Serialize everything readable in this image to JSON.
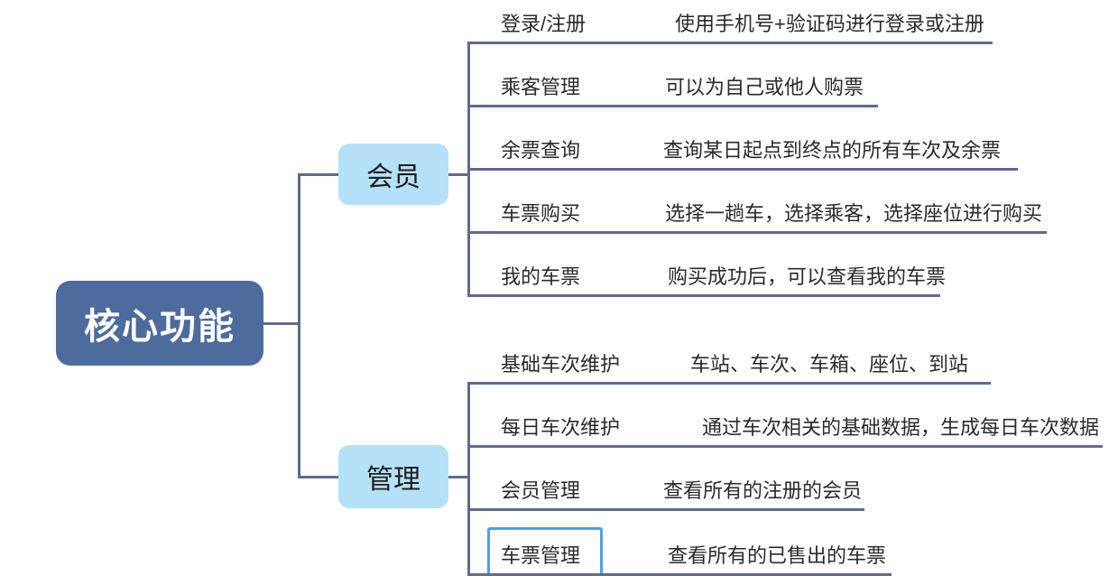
{
  "root": {
    "label": "核心功能"
  },
  "branches": [
    {
      "label": "会员",
      "items": [
        {
          "label": "登录/注册",
          "desc": "使用手机号+验证码进行登录或注册"
        },
        {
          "label": "乘客管理",
          "desc": "可以为自己或他人购票"
        },
        {
          "label": "余票查询",
          "desc": "查询某日起点到终点的所有车次及余票"
        },
        {
          "label": "车票购买",
          "desc": "选择一趟车，选择乘客，选择座位进行购买"
        },
        {
          "label": "我的车票",
          "desc": "购买成功后，可以查看我的车票"
        }
      ]
    },
    {
      "label": "管理",
      "items": [
        {
          "label": "基础车次维护",
          "desc": "车站、车次、车箱、座位、到站"
        },
        {
          "label": "每日车次维护",
          "desc": "通过车次相关的基础数据，生成每日车次数据"
        },
        {
          "label": "会员管理",
          "desc": "查看所有的注册的会员"
        },
        {
          "label": "车票管理",
          "desc": "查看所有的已售出的车票",
          "selected": true
        }
      ]
    }
  ],
  "colors": {
    "root_fill": "#4d6b9c",
    "root_text": "#ffffff",
    "branch_fill": "#b5e1f8",
    "branch_text": "#1e1e1e",
    "line": "#5e6b8c",
    "topic_text": "#2a2a2a",
    "selection_border": "#4da0e8",
    "background": "#ffffff"
  }
}
